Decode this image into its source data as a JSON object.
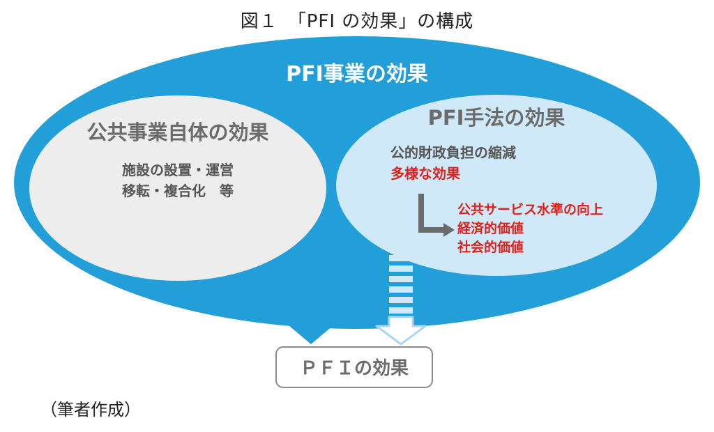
{
  "figure": {
    "title": "図１　「PFI の効果」の構成",
    "source_note": "（筆者作成）"
  },
  "outer_ellipse": {
    "label": "PFI事業の効果",
    "color": "#229fd8"
  },
  "left_ellipse": {
    "title": "公共事業自体の効果",
    "body_lines": [
      "施設の設置・運営",
      "移転・複合化　等"
    ],
    "color": "#ededed"
  },
  "right_ellipse": {
    "title": "PFI手法の効果",
    "item_plain": "公的財政負担の縮減",
    "item_highlight": "多様な効果",
    "sub_items": [
      "公共サービス水準の向上",
      "経済的価値",
      "社会的価値"
    ],
    "color": "#cfe9f9"
  },
  "result_box": {
    "label": "ＰＦＩの効果"
  },
  "colors": {
    "highlight": "#e0201c",
    "heading_gray": "#6b6b6b",
    "body_gray": "#555555",
    "arrow_solid": "#229fd8",
    "arrow_outline": "#aad7f3"
  },
  "icons": {
    "left_arrow": "arrow-down-solid",
    "right_arrow": "arrow-down-outline-dashed",
    "sub_arrow": "elbow-arrow-right"
  }
}
